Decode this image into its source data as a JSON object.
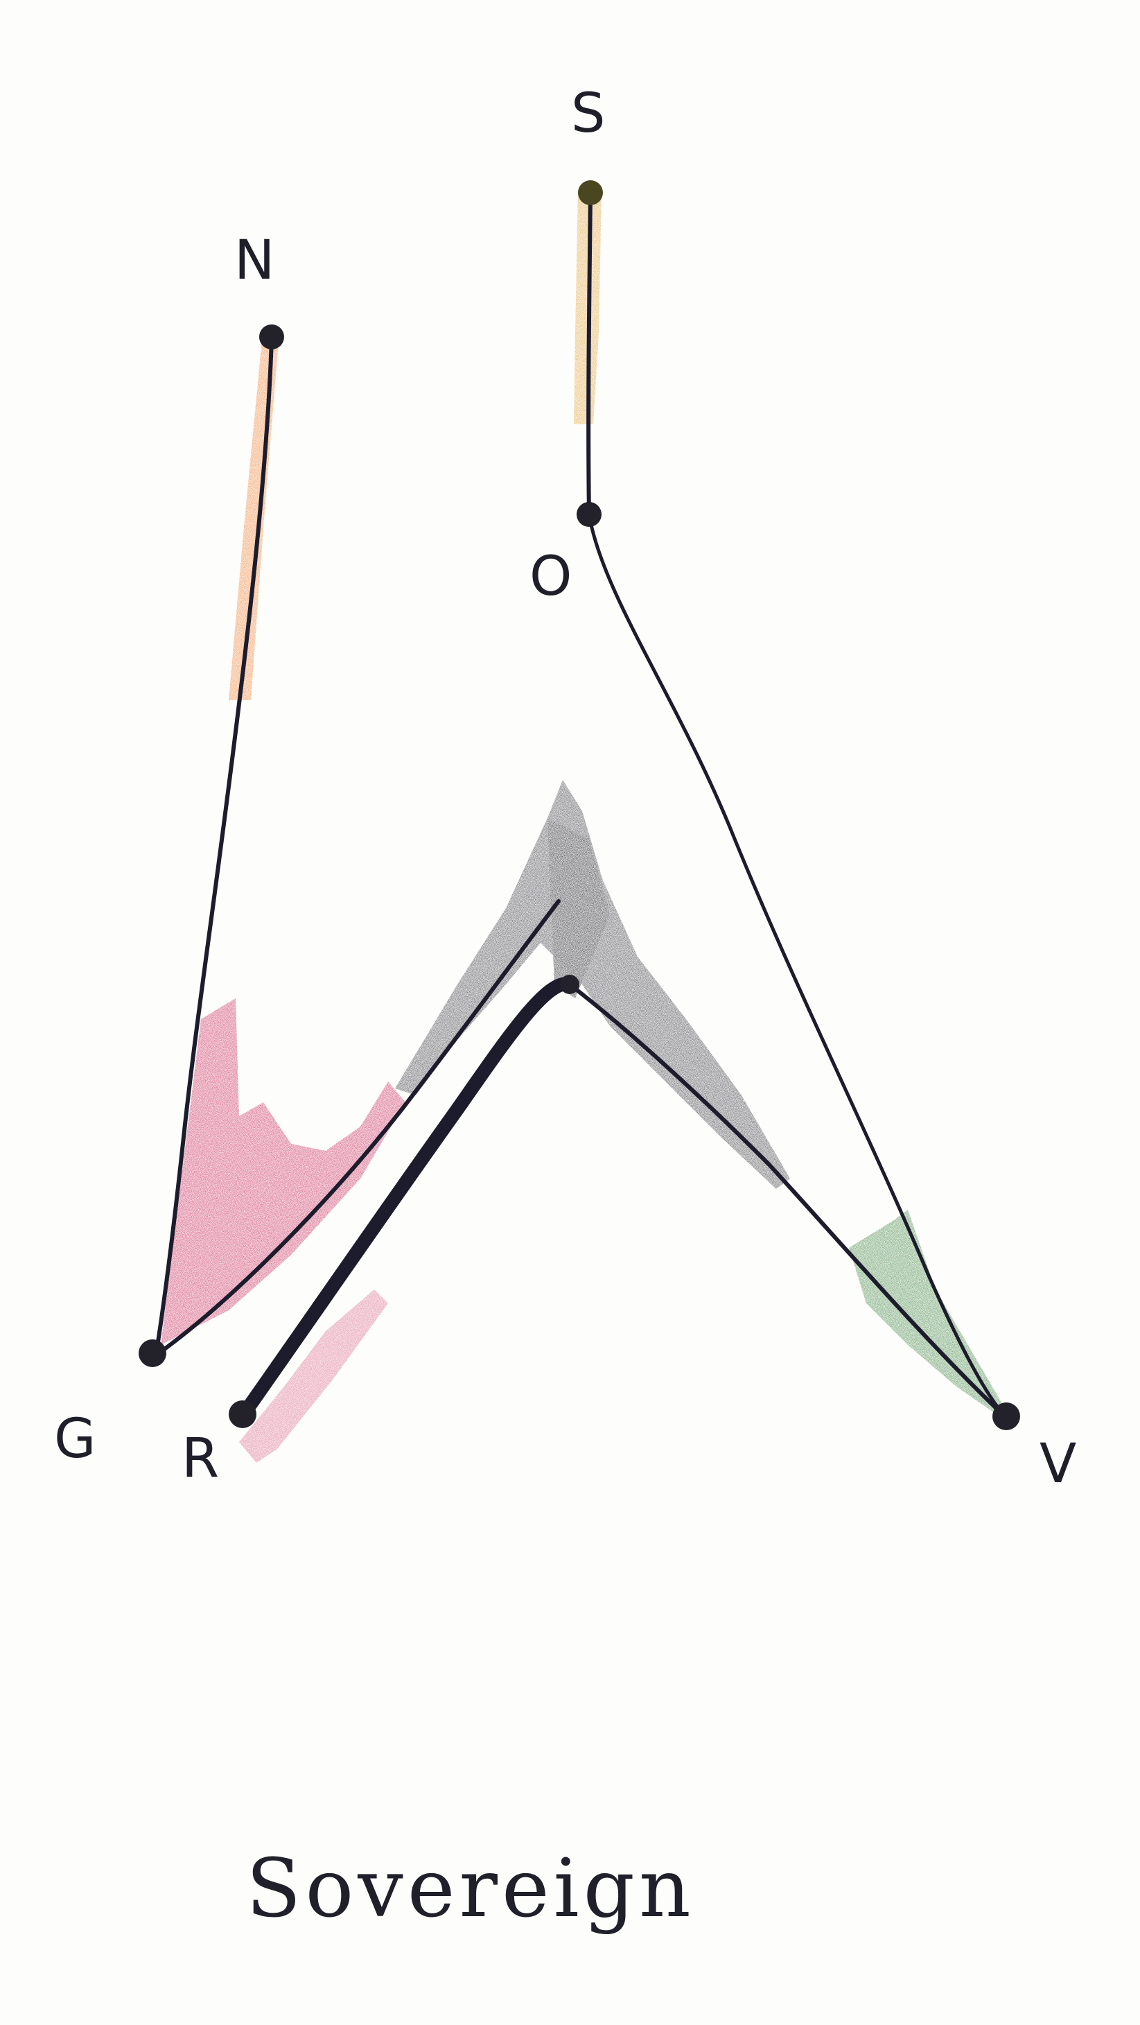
{
  "diagram": {
    "caption": "Sovereign",
    "nodes": {
      "N": {
        "label": "N"
      },
      "S": {
        "label": "S"
      },
      "O": {
        "label": "O"
      },
      "G": {
        "label": "G"
      },
      "R": {
        "label": "R"
      },
      "V": {
        "label": "V"
      }
    },
    "edges": [
      {
        "from": "N",
        "to": "G",
        "highlight": "orange"
      },
      {
        "from": "S",
        "to": "O",
        "highlight": "amber"
      },
      {
        "from": "O",
        "to": "V"
      },
      {
        "from": "G",
        "to": "R",
        "via": "apex"
      },
      {
        "from": "R",
        "to": "V",
        "via": "apex"
      }
    ],
    "colors": {
      "ink": "#1c1c2c",
      "orange": "#f07a2a",
      "amber": "#e3a032",
      "crimson": "#c4124a",
      "green": "#2f7a32",
      "shade": "#2a2833"
    }
  }
}
